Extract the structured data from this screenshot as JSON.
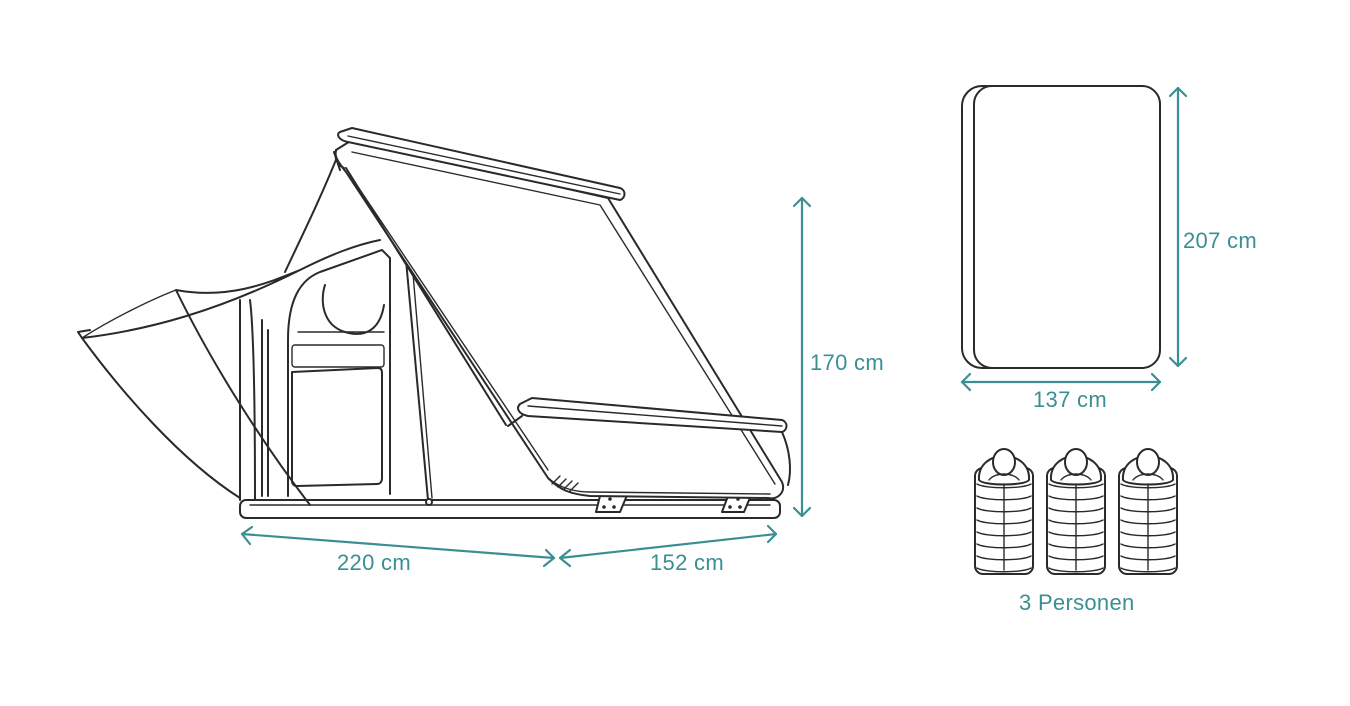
{
  "colors": {
    "dimension": "#3b8f93",
    "outline": "#2a2a2a",
    "background": "#ffffff"
  },
  "dimensions": {
    "closed_length": "220 cm",
    "extension_length": "152 cm",
    "height": "170 cm",
    "mattress_length": "207 cm",
    "mattress_width": "137 cm"
  },
  "capacity": {
    "label": "3 Personen",
    "persons": 3,
    "icon": "sleeping-bag-icon"
  }
}
